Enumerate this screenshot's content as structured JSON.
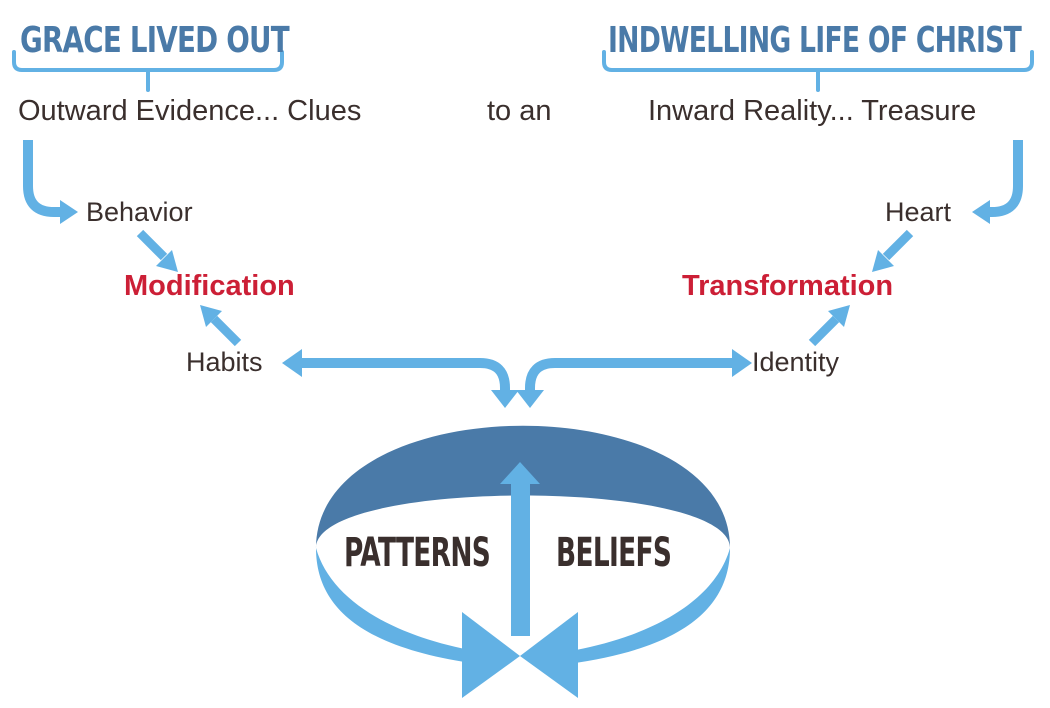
{
  "headers": {
    "left": "GRACE LIVED OUT",
    "right": "INDWELLING LIFE OF CHRIST"
  },
  "row": {
    "left": "Outward Evidence... Clues",
    "middle": "to an",
    "right": "Inward Reality... Treasure"
  },
  "left_column": {
    "behavior": "Behavior",
    "modification": "Modification",
    "habits": "Habits"
  },
  "right_column": {
    "heart": "Heart",
    "transformation": "Transformation",
    "identity": "Identity"
  },
  "cycle": {
    "left": "PATTERNS",
    "right": "BELIEFS"
  },
  "colors": {
    "accent_light": "#62b1e4",
    "accent_dark": "#4a7aa8",
    "emphasis": "#cc1f36",
    "text": "#3a2f2d"
  }
}
